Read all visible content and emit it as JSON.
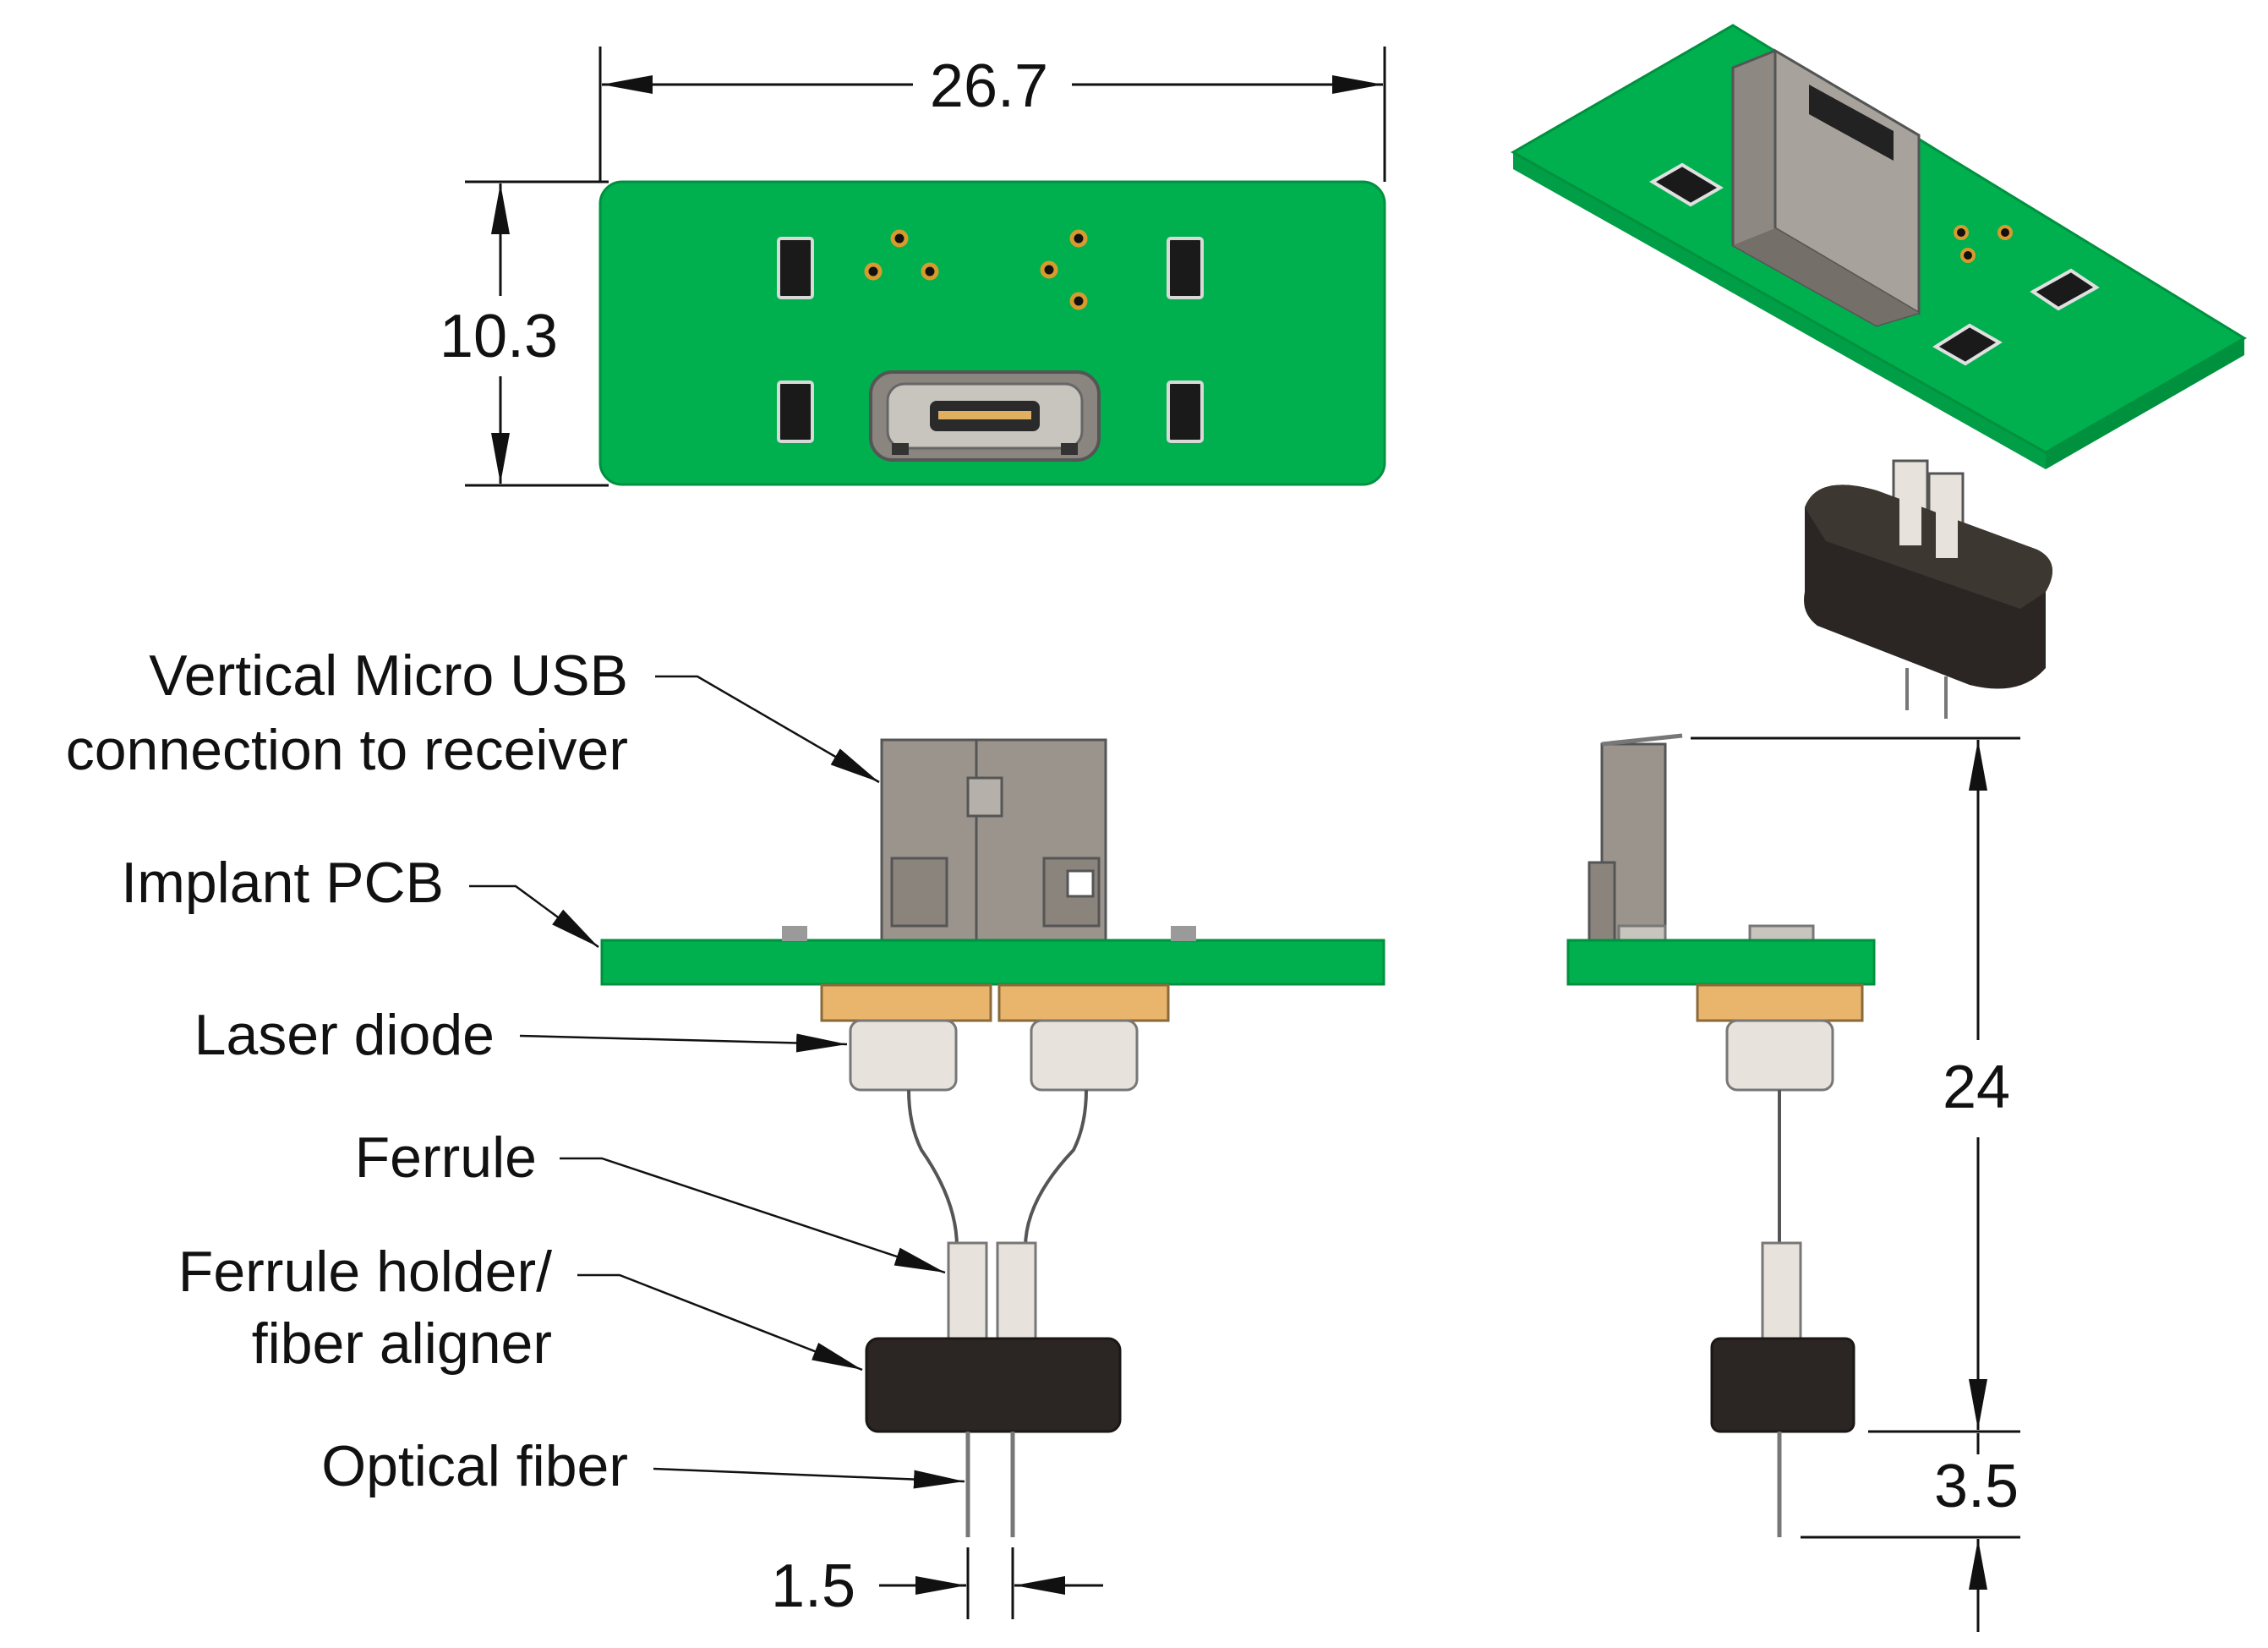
{
  "dimensions": {
    "width": "26.7",
    "height": "10.3",
    "length": "24",
    "fiber_protrusion": "3.5",
    "fiber_spacing": "1.5"
  },
  "callouts": {
    "usb_line1": "Vertical Micro USB",
    "usb_line2": "connection to receiver",
    "pcb": "Implant PCB",
    "laser": "Laser diode",
    "ferrule": "Ferrule",
    "holder_line1": "Ferrule holder/",
    "holder_line2": "fiber aligner",
    "fiber": "Optical fiber"
  },
  "colors": {
    "pcb_green": "#00b04f",
    "pcb_edge": "#00913f",
    "connector_gray": "#9a948d",
    "holder_black": "#2b2623",
    "laser_tan": "#e9b56d",
    "ferrule_white": "#e7e3dc"
  }
}
